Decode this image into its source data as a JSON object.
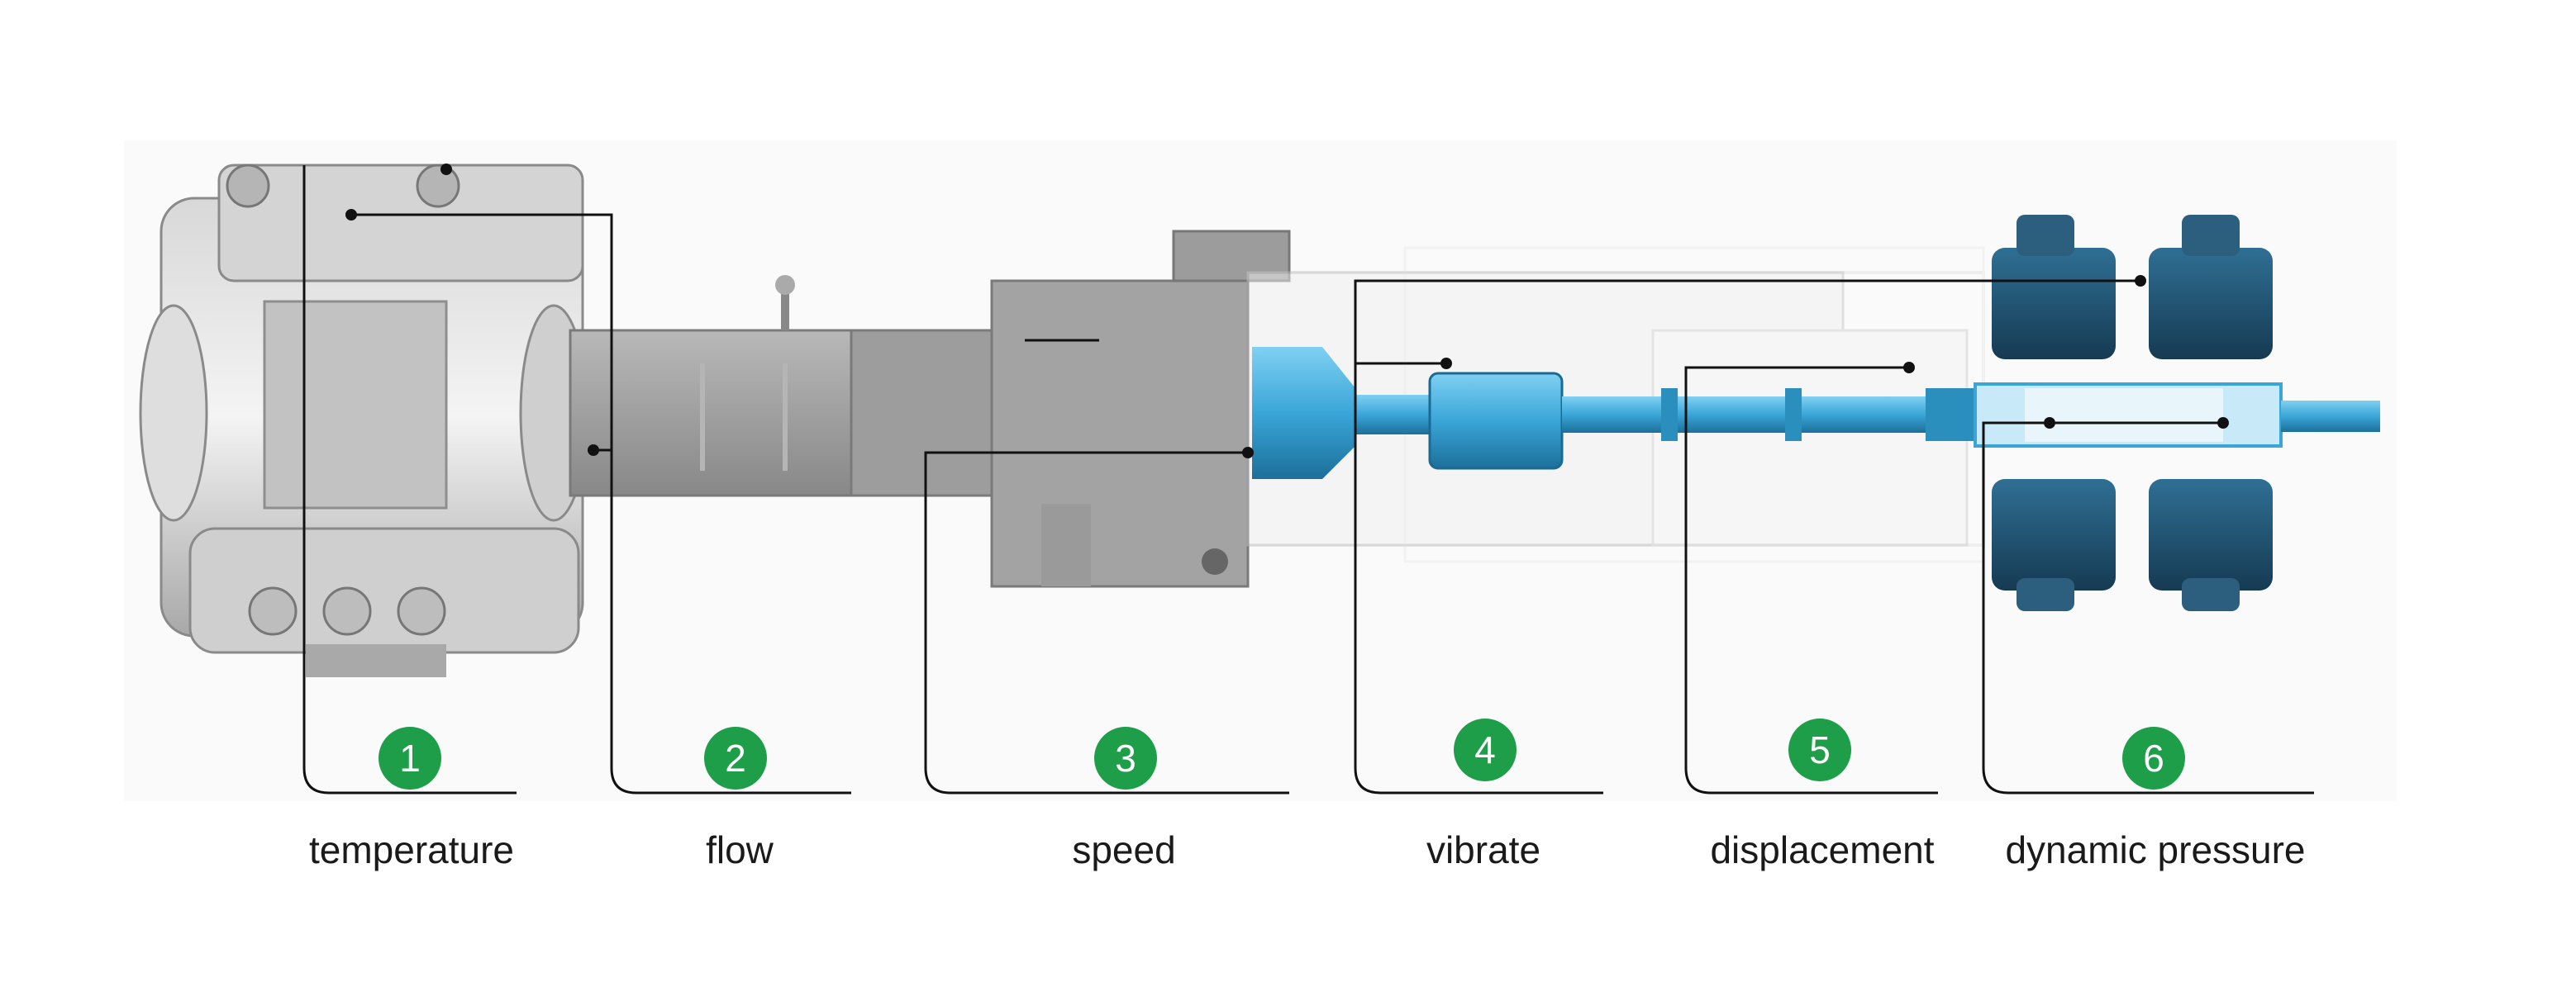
{
  "colors": {
    "badge": "#1e9e49",
    "leader_line": "#111111",
    "machine_gray": "#9a9a9a",
    "highlight_blue": "#3aa6d8",
    "dark_blue": "#1f4c6b"
  },
  "sensors": [
    {
      "number": "1",
      "label": "temperature"
    },
    {
      "number": "2",
      "label": "flow"
    },
    {
      "number": "3",
      "label": "speed"
    },
    {
      "number": "4",
      "label": "vibrate"
    },
    {
      "number": "5",
      "label": "displacement"
    },
    {
      "number": "6",
      "label": "dynamic pressure"
    }
  ]
}
